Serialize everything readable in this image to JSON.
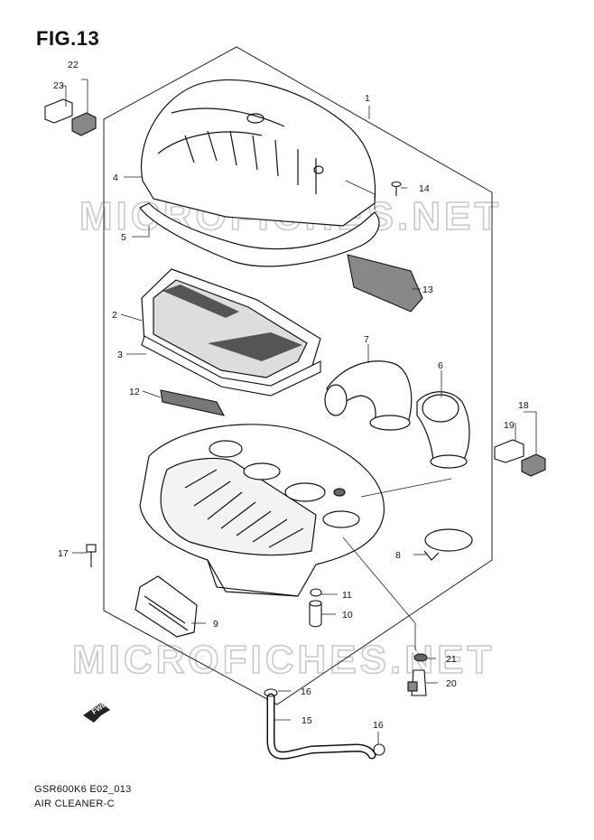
{
  "figure": {
    "title": "FIG.13",
    "model_code": "GSR600K6 E02_013",
    "section_name": "AIR CLEANER-C"
  },
  "watermark": "MICROFICHES.NET",
  "forward_marker": "FWD",
  "part_labels": {
    "p1": "1",
    "p2": "2",
    "p3": "3",
    "p4": "4",
    "p5": "5",
    "p6": "6",
    "p7": "7",
    "p8": "8",
    "p9": "9",
    "p10": "10",
    "p11": "11",
    "p12": "12",
    "p13": "13",
    "p14": "14",
    "p15": "15",
    "p16a": "16",
    "p16b": "16",
    "p17": "17",
    "p18": "18",
    "p19": "19",
    "p20": "20",
    "p21": "21",
    "p22": "22",
    "p23": "23"
  }
}
